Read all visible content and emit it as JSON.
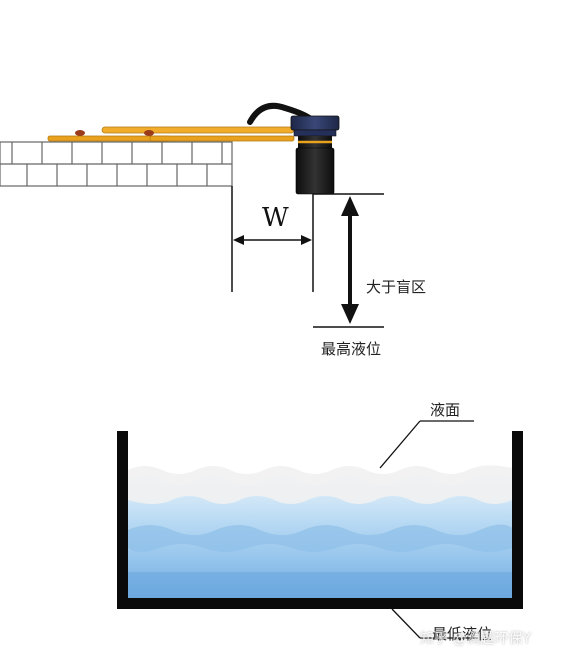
{
  "labels": {
    "width": "W",
    "greater_than_blind_zone": "大于盲区",
    "highest_level": "最高液位",
    "liquid_surface": "液面",
    "lowest_level": "最低液位"
  },
  "watermark": "知乎 @澜越环保Y",
  "colors": {
    "line": "#111111",
    "bracket": "#e8a21e",
    "sensor_body": "#1b1b1b",
    "sensor_cap": "#27325a",
    "water_light": "#cfe6f8",
    "water_mid": "#a9d0f0",
    "water_deep": "#7fb5e6",
    "foam": "#f2f2f2",
    "wall": "#ffffff",
    "wall_stroke": "#777777"
  }
}
